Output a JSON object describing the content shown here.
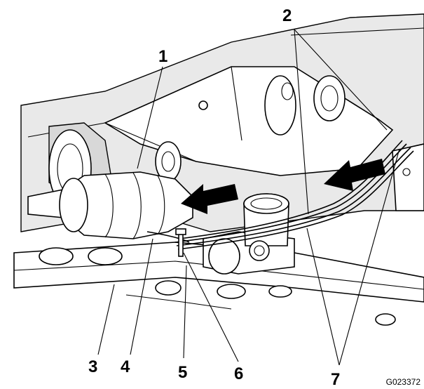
{
  "figure": {
    "callouts": [
      "1",
      "2",
      "3",
      "4",
      "5",
      "6",
      "7"
    ],
    "figure_id": "G023372"
  }
}
